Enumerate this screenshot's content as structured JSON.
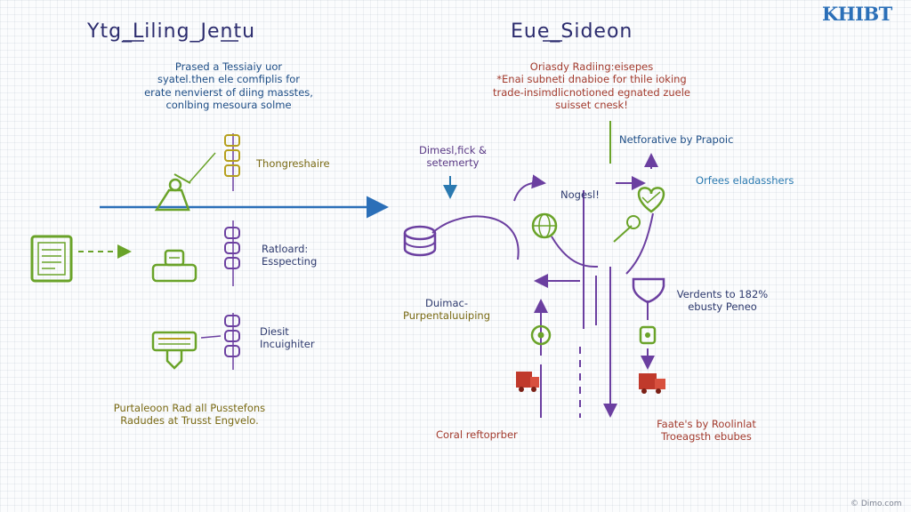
{
  "logo": "KHIBT",
  "watermark": "© Dimo.com",
  "left": {
    "title": "Ytg_Liling_Jentu",
    "description": [
      "Prased a Tessiaiy uor",
      "syatel.then ele comfiplis for",
      "erate nenvierst of diing masstes,",
      "conlbing mesoura solme"
    ],
    "label_top": "Thongreshaire",
    "label_mid": [
      "Ratloard:",
      "Esspecting"
    ],
    "label_low": [
      "Diesit",
      "Incuighiter"
    ],
    "footer": [
      "Purtaleoon Rad all Pusstefons",
      "Radudes at Trusst Engvelo."
    ]
  },
  "right": {
    "title": "Eue_Sideon",
    "description": [
      "Oriasdy Radiing:eisepes",
      "*Enai subneti dnabioe for thile ioking",
      "trade-insimdlicnotioned egnated zuele",
      "suisset cnesk!"
    ],
    "label_dimesl": [
      "Dimesl,fick &",
      "setemerty"
    ],
    "label_nogesl": "Nogesl!",
    "label_netforative": "Netforative by Prapoic",
    "label_orfees": "Orfees eladasshers",
    "label_dumac": [
      "Duimac-",
      "Purpentaluuiping"
    ],
    "label_verdents": [
      "Verdents to 182%",
      "ebusty Peneo"
    ],
    "label_coral": "Coral reftoprber",
    "label_faatels": [
      "Faate's by Roolinlat",
      "Troeagsth ebubes"
    ]
  },
  "colors": {
    "blue": "#2b6fb8",
    "purple": "#6b3fa0",
    "green": "#6aa329",
    "olive": "#b59f1c",
    "red": "#c0392b"
  }
}
